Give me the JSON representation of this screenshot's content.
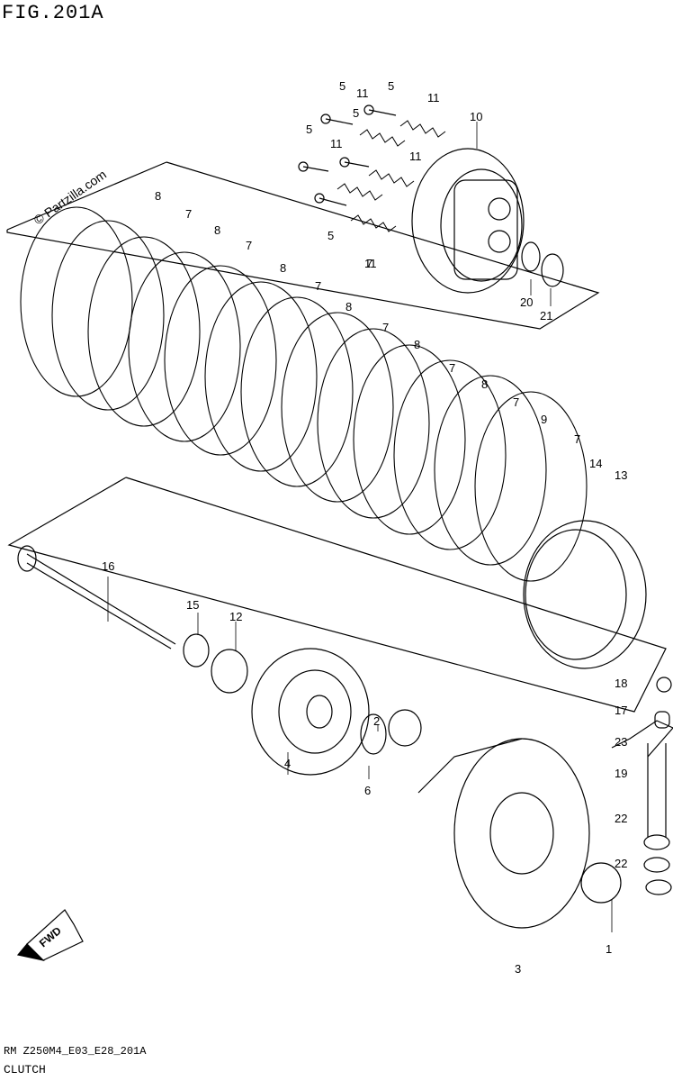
{
  "header": {
    "figure_label": "FIG.201A"
  },
  "watermark": "© Partzilla.com",
  "fwd_label": "FWD",
  "footer": {
    "code": "RM Z250M4_E03_E28_201A",
    "title": "CLUTCH"
  },
  "callouts": [
    {
      "n": "1"
    },
    {
      "n": "2"
    },
    {
      "n": "3"
    },
    {
      "n": "4"
    },
    {
      "n": "5"
    },
    {
      "n": "5"
    },
    {
      "n": "5"
    },
    {
      "n": "5"
    },
    {
      "n": "5"
    },
    {
      "n": "6"
    },
    {
      "n": "7"
    },
    {
      "n": "7"
    },
    {
      "n": "7"
    },
    {
      "n": "7"
    },
    {
      "n": "7"
    },
    {
      "n": "7"
    },
    {
      "n": "7"
    },
    {
      "n": "7"
    },
    {
      "n": "8"
    },
    {
      "n": "8"
    },
    {
      "n": "8"
    },
    {
      "n": "8"
    },
    {
      "n": "8"
    },
    {
      "n": "8"
    },
    {
      "n": "9"
    },
    {
      "n": "10"
    },
    {
      "n": "11"
    },
    {
      "n": "11"
    },
    {
      "n": "11"
    },
    {
      "n": "11"
    },
    {
      "n": "11"
    },
    {
      "n": "12"
    },
    {
      "n": "13"
    },
    {
      "n": "14"
    },
    {
      "n": "15"
    },
    {
      "n": "16"
    },
    {
      "n": "17"
    },
    {
      "n": "18"
    },
    {
      "n": "19"
    },
    {
      "n": "20"
    },
    {
      "n": "21"
    },
    {
      "n": "22"
    },
    {
      "n": "22"
    },
    {
      "n": "23"
    }
  ]
}
